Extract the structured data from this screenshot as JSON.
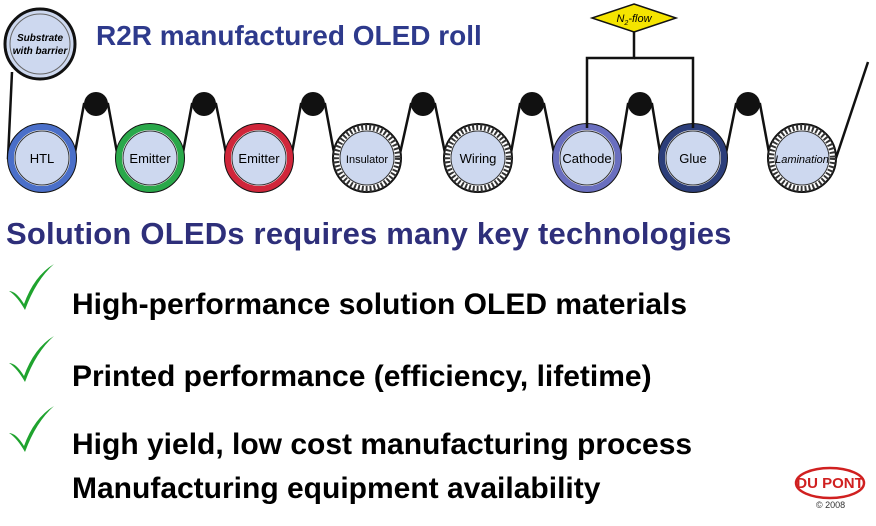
{
  "title": "R2R manufactured OLED roll",
  "substrate": {
    "line1": "Substrate",
    "line2": "with barrier"
  },
  "gas": "N2-flow",
  "gas_main": "N",
  "gas_sub": "2",
  "gas_rest": "-flow",
  "rollers": [
    {
      "label": "HTL",
      "ring_color": "#4a6fc9"
    },
    {
      "label": "Emitter",
      "ring_color": "#2aa84a"
    },
    {
      "label": "Emitter",
      "ring_color": "#d0263a"
    },
    {
      "label": "Insulator",
      "ring_color": "#333333"
    },
    {
      "label": "Wiring",
      "ring_color": "#333333"
    },
    {
      "label": "Cathode",
      "ring_color": "#6a6fbf"
    },
    {
      "label": "Glue",
      "ring_color": "#2c3e7a"
    },
    {
      "label": "Lamination",
      "ring_color": "#333333"
    }
  ],
  "subtitle": "Solution OLEDs requires many key technologies",
  "bullets": [
    {
      "text": "High-performance solution OLED materials",
      "checked": true
    },
    {
      "text": "Printed performance (efficiency, lifetime)",
      "checked": true
    },
    {
      "text": "High yield, low cost manufacturing process",
      "checked": true
    },
    {
      "text": "Manufacturing equipment availability",
      "checked": false
    }
  ],
  "logo_text": "DU PONT",
  "copyright": "© 2008",
  "colors": {
    "title": "#2e3a8c",
    "check": "#1fa32e",
    "diamond": "#f5e400",
    "roller_fill": "#cdd8ef"
  }
}
